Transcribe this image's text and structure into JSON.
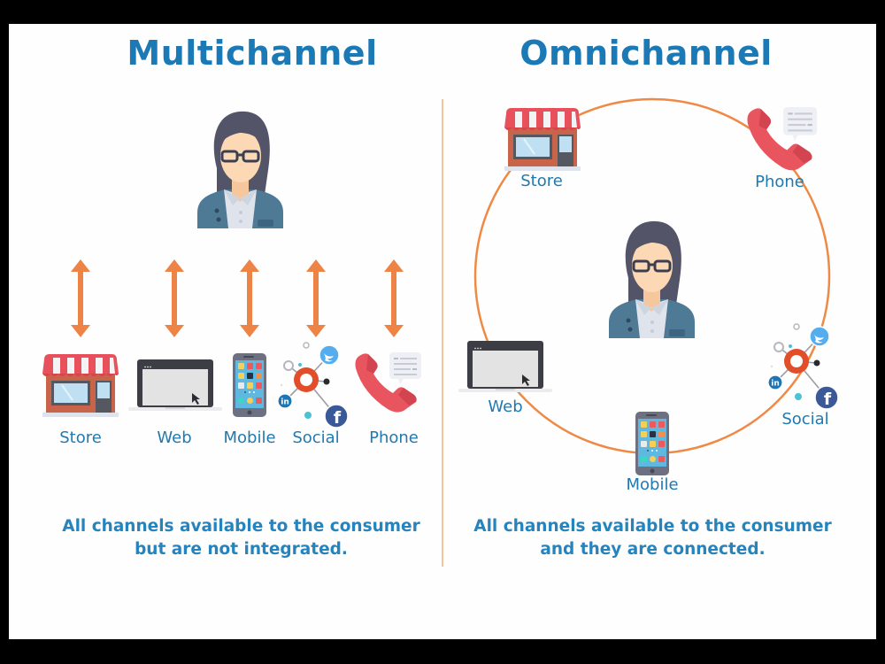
{
  "multichannel": {
    "title": "Multichannel",
    "channels": [
      {
        "label": "Store",
        "icon": "store-icon"
      },
      {
        "label": "Web",
        "icon": "laptop-icon"
      },
      {
        "label": "Mobile",
        "icon": "smartphone-icon"
      },
      {
        "label": "Social",
        "icon": "social-network-icon"
      },
      {
        "label": "Phone",
        "icon": "phone-icon"
      }
    ],
    "caption_line1": "All channels available to the consumer",
    "caption_line2": "but are not integrated."
  },
  "omnichannel": {
    "title": "Omnichannel",
    "channels": [
      {
        "label": "Store",
        "icon": "store-icon"
      },
      {
        "label": "Phone",
        "icon": "phone-icon"
      },
      {
        "label": "Web",
        "icon": "laptop-icon"
      },
      {
        "label": "Social",
        "icon": "social-network-icon"
      },
      {
        "label": "Mobile",
        "icon": "smartphone-icon"
      }
    ],
    "caption_line1": "All channels available to the consumer",
    "caption_line2": "and they are connected."
  },
  "colors": {
    "title": "#1b79b5",
    "label": "#2079b0",
    "arrow": "#ed8445",
    "circle": "#ee8a46",
    "divider": "#f6c19c"
  }
}
